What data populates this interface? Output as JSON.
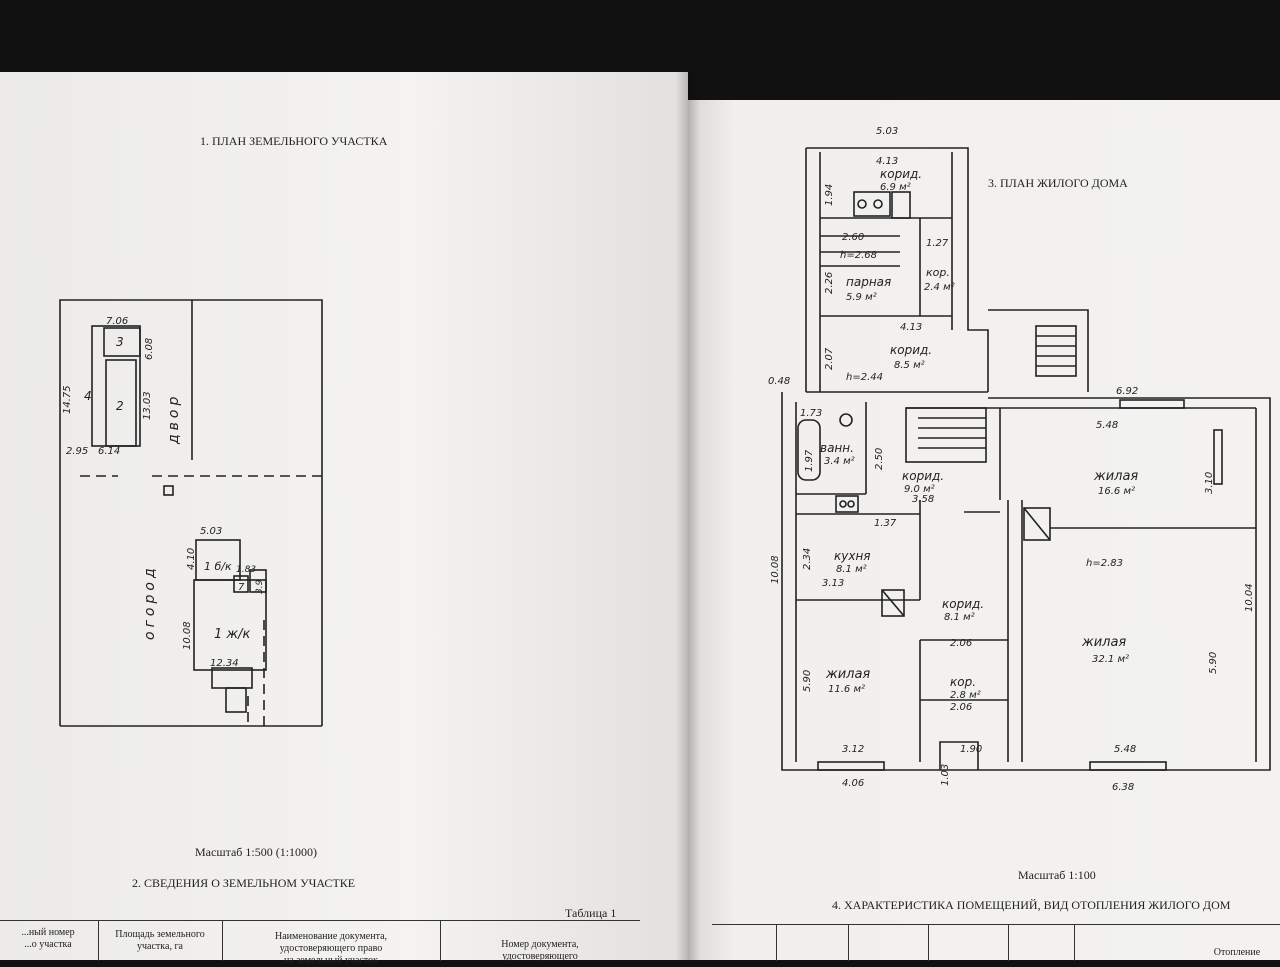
{
  "left_page": {
    "section1_title": "1. ПЛАН ЗЕМЕЛЬНОГО УЧАСТКА",
    "site_plan": {
      "yard_label": "двор",
      "garden_label": "огород",
      "building_3": "3",
      "building_2": "2",
      "building_4": "4",
      "house_label": "1 ж/к",
      "shed_label": "1 б/к",
      "shed_num": "7",
      "dim_top": "7.06",
      "dim_side": "6.08",
      "dim_left": "14.75",
      "dim_mid": "13.03",
      "dim_bottom_a": "2.95",
      "dim_bottom_b": "6.14",
      "house_dim_top": "5.03",
      "house_dim_side_a": "4.10",
      "house_dim_small_a": "1.83",
      "house_dim_small_b": "3.9",
      "house_dim_left": "10.08",
      "house_dim_bottom": "12.34"
    },
    "scale": "Масштаб 1:500 (1:1000)",
    "section2_title": "2. СВЕДЕНИЯ О ЗЕМЕЛЬНОМ УЧАСТКЕ",
    "table_label": "Таблица 1",
    "table_headers": [
      "...ный номер\n...о участка",
      "Площадь земельного\nучастка, га",
      "Наименование документа,\nудостоверяющего право\nна земельный участок",
      "Номер документа,\nудостоверяющего"
    ]
  },
  "right_page": {
    "section3_title": "3. ПЛАН ЖИЛОГО ДОМА",
    "scale": "Масштаб 1:100",
    "section4_title": "4. ХАРАКТЕРИСТИКА ПОМЕЩЕНИЙ, ВИД ОТОПЛЕНИЯ ЖИЛОГО ДОМ",
    "table_header_heating": "Отопление",
    "rooms": {
      "corridor_top": "корид.",
      "corridor_top_area": "6.9 м²",
      "sauna": "парная",
      "sauna_area": "5.9 м²",
      "kor_small": "кор.",
      "kor_small_area": "2.4 м²",
      "corridor_mid": "корид.",
      "corridor_mid_area": "8.5 м²",
      "bath": "ванн.",
      "bath_area": "3.4 м²",
      "corridor_center": "корид.",
      "corridor_center_area": "9.0 м²",
      "kitchen": "кухня",
      "kitchen_area": "8.1 м²",
      "living_top_right": "жилая",
      "living_top_right_area": "16.6 м²",
      "corridor_low": "корид.",
      "corridor_low_area": "8.1 м²",
      "living_right": "жилая",
      "living_right_area": "32.1 м²",
      "living_left": "жилая",
      "living_left_area": "11.6 м²",
      "kor_bottom": "кор.",
      "kor_bottom_area": "2.8 м²"
    },
    "dims": {
      "top": "5.03",
      "d4_13a": "4.13",
      "d1_94": "1.94",
      "d2_60": "2.60",
      "h2_68": "h=2.68",
      "d1_27": "1.27",
      "d2_26": "2.26",
      "d4_13b": "4.13",
      "d2_07": "2.07",
      "h2_44": "h=2.44",
      "d0_48": "0.48",
      "d6_92": "6.92",
      "d1_73": "1.73",
      "d1_97": "1.97",
      "d2_50": "2.50",
      "d5_48a": "5.48",
      "d3_10": "3.10",
      "d3_58": "3.58",
      "d1_37": "1.37",
      "d2_34": "2.34",
      "d10_08": "10.08",
      "d3_13": "3.13",
      "h2_83": "h=2.83",
      "d10_04": "10.04",
      "d5_90a": "5.90",
      "d2_06a": "2.06",
      "d5_90b": "5.90",
      "d2_06b": "2.06",
      "d3_12": "3.12",
      "d1_90": "1.90",
      "d5_48b": "5.48",
      "d4_06": "4.06",
      "d1_03": "1.03",
      "d6_38": "6.38"
    }
  }
}
